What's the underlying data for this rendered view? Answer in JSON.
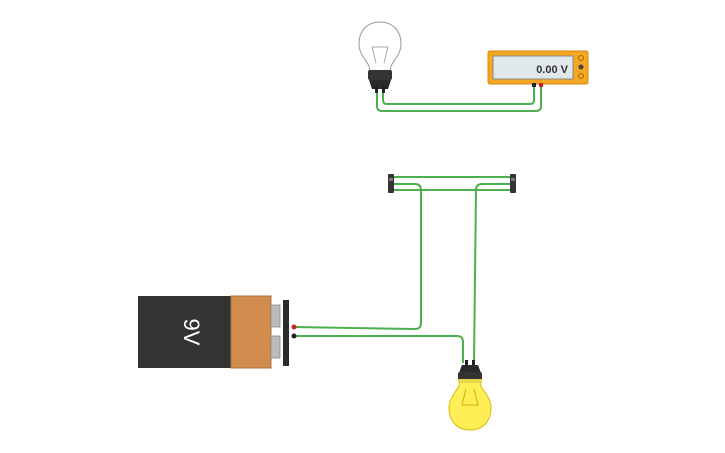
{
  "multimeter": {
    "reading": "0.00 V",
    "body_color": "#f5a623",
    "display_color": "#dfe8ea"
  },
  "battery": {
    "label": "9V",
    "body_color": "#333333",
    "cap_color": "#d18b4d"
  },
  "bulb_top": {
    "state": "off",
    "glass_color": "#ffffff"
  },
  "bulb_bottom": {
    "state": "on",
    "glass_color": "#ffee55"
  },
  "wire_color": "#4caf50",
  "icons": [
    "light-bulb-icon",
    "multimeter-icon",
    "battery-icon",
    "switch-icon"
  ]
}
